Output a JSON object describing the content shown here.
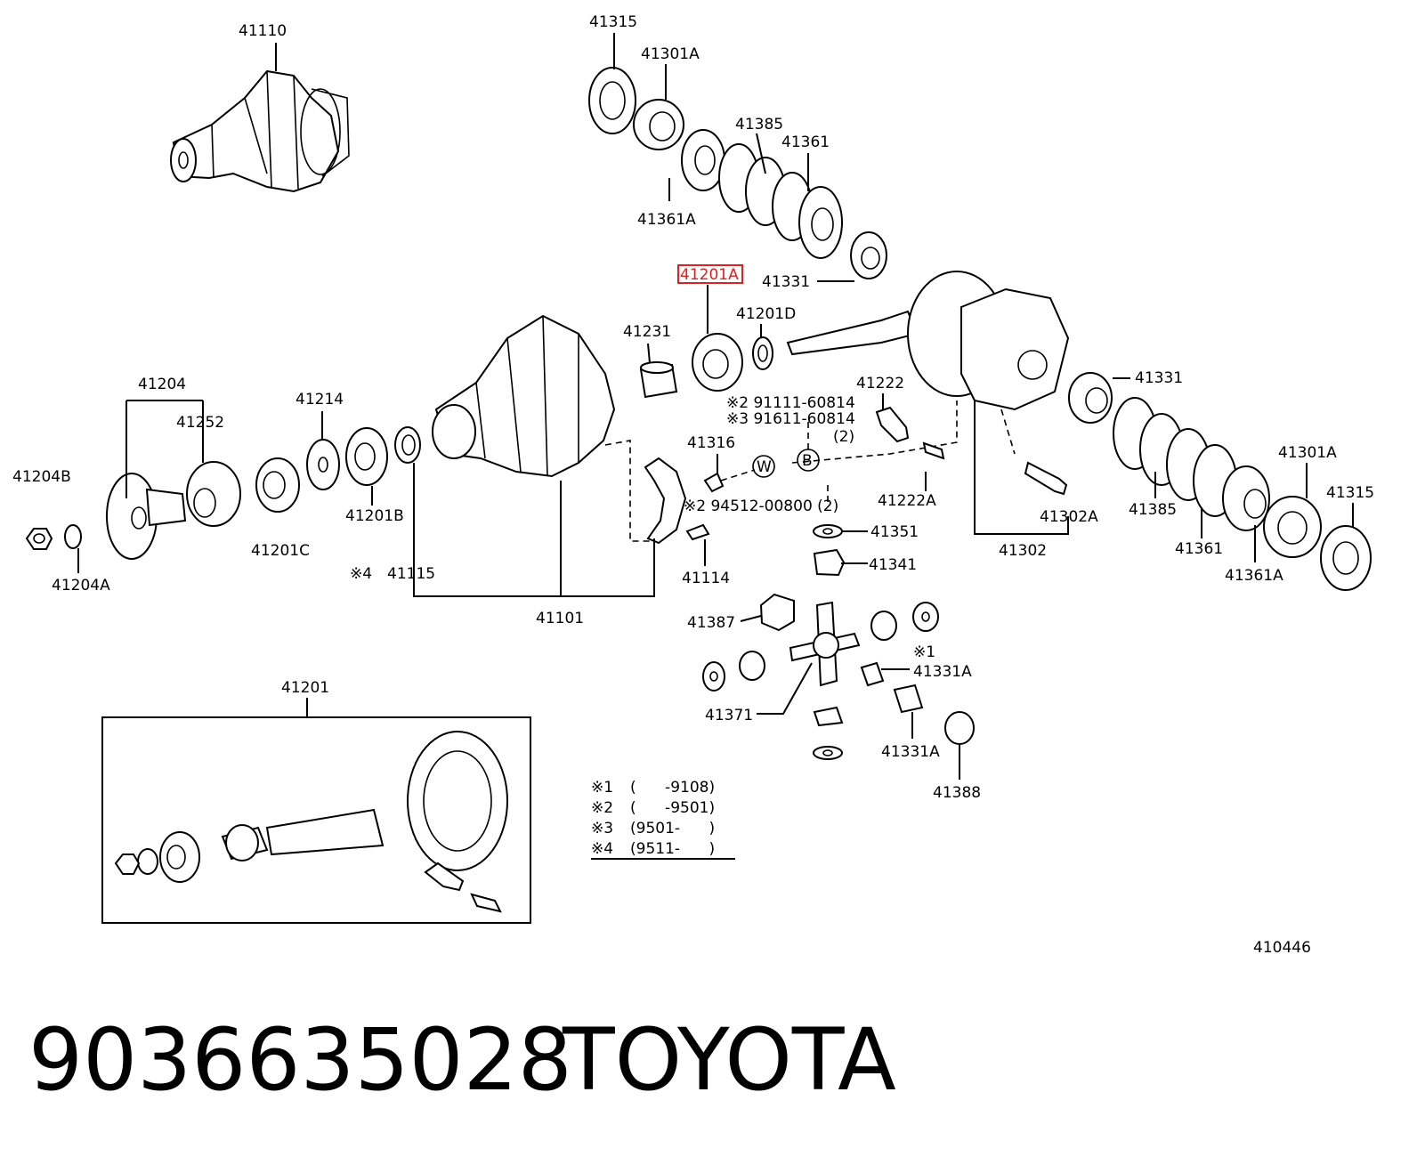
{
  "part_number": "9036635028",
  "brand": "TOYOTA",
  "diagram_code": "410446",
  "highlighted_part": "41201A",
  "colors": {
    "highlight": "#e02020",
    "ink": "#000000"
  },
  "labels": {
    "p41110": "41110",
    "p41315_top": "41315",
    "p41301A_top": "41301A",
    "p41385_top": "41385",
    "p41361_top": "41361",
    "p41361A_top": "41361A",
    "p41331_top": "41331",
    "p41201A": "41201A",
    "p41201D": "41201D",
    "p41231": "41231",
    "p41204": "41204",
    "p41252": "41252",
    "p41214": "41214",
    "p41204B": "41204B",
    "p41204A": "41204A",
    "p41201C": "41201C",
    "p41201B": "41201B",
    "p41115": "41115",
    "p41101": "41101",
    "p41316": "41316",
    "p41114": "41114",
    "p41222": "41222",
    "p41222A": "41222A",
    "p41351": "41351",
    "p41341": "41341",
    "p41302": "41302",
    "p41302A": "41302A",
    "p41331_right": "41331",
    "p41385_right": "41385",
    "p41361_right": "41361",
    "p41361A_right": "41361A",
    "p41301A_right": "41301A",
    "p41315_right": "41315",
    "p41387": "41387",
    "p41371": "41371",
    "p41331A_1": "41331A",
    "p41331A_2": "41331A",
    "p41388": "41388",
    "p41201": "41201"
  },
  "callouts": {
    "bolt_a": "※2 91111-60814",
    "bolt_b": "※3 91611-60814",
    "bolt_b_qty": "(2)",
    "pin": "※2 94512-00800 (2)",
    "marker_4": "※4",
    "mark_W": "W",
    "mark_B": "B",
    "mark_1": "※1"
  },
  "legend": [
    {
      "mark": "※1",
      "range": "(      -9108)"
    },
    {
      "mark": "※2",
      "range": "(      -9501)"
    },
    {
      "mark": "※3",
      "range": "(9501-      )"
    },
    {
      "mark": "※4",
      "range": "(9511-      )"
    }
  ]
}
